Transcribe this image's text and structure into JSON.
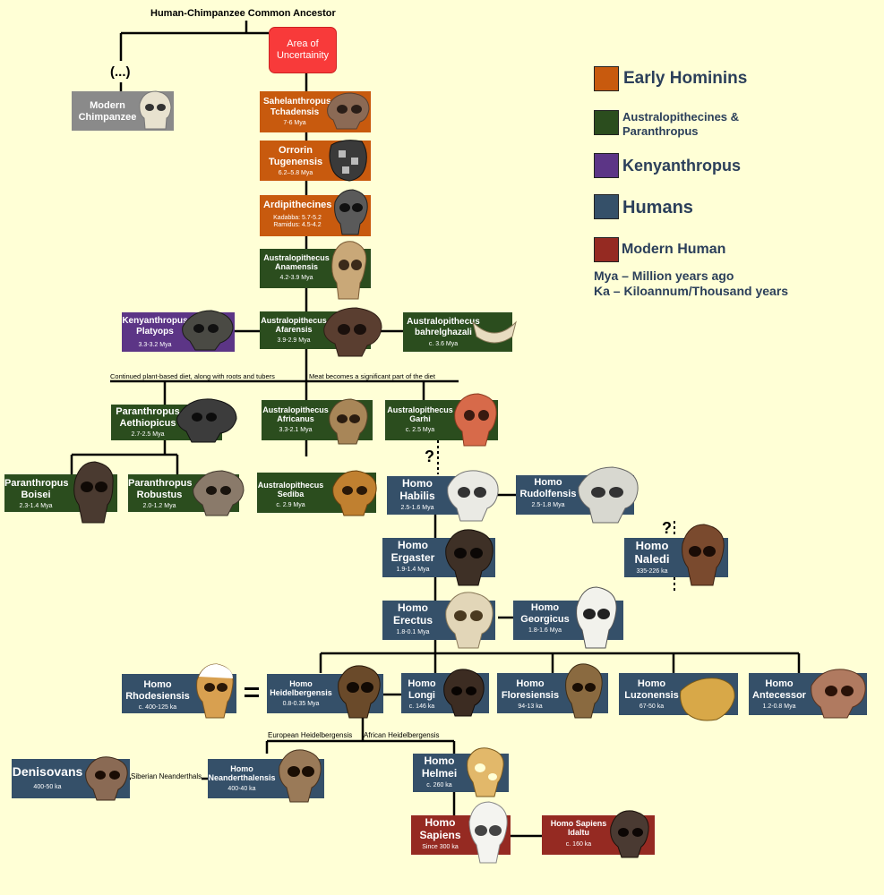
{
  "top_title": "Human-Chimpanzee Common Ancestor",
  "uncertainty": "Area of Uncertainity",
  "ellipsis": "(...)",
  "chimp": "Modern Chimpanzee",
  "nodes": {
    "sahelanthropus": {
      "name": "Sahelanthropus Tchadensis",
      "date": "7-6 Mya"
    },
    "orrorin": {
      "name": "Orrorin Tugenensis",
      "date": "6.2–5.8 Mya"
    },
    "ardipithecines": {
      "name": "Ardipithecines",
      "date1": "Kadabba: 5.7-5.2",
      "date2": "Ramidus: 4.5-4.2"
    },
    "anamensis": {
      "name": "Australopithecus Anamensis",
      "date": "4.2-3.9 Mya"
    },
    "kenyanthropus": {
      "name": "Kenyanthropus Platyops",
      "date": "3.3-3.2 Mya"
    },
    "afarensis": {
      "name": "Australopithecus Afarensis",
      "date": "3.9-2.9 Mya"
    },
    "bahrelghazali": {
      "name": "Australopithecus bahrelghazali",
      "date": "c. 3.6 Mya"
    },
    "aethiopicus": {
      "name": "Paranthropus Aethiopicus",
      "date": "2.7-2.5 Mya"
    },
    "africanus": {
      "name": "Australopithecus Africanus",
      "date": "3.3-2.1 Mya"
    },
    "garhi": {
      "name": "Australopithecus Garhi",
      "date": "c. 2.5 Mya"
    },
    "boisei": {
      "name": "Paranthropus Boisei",
      "date": "2.3-1.4 Mya"
    },
    "robustus": {
      "name": "Paranthropus Robustus",
      "date": "2.0-1.2 Mya"
    },
    "sediba": {
      "name": "Australopithecus Sediba",
      "date": "c. 2.9 Mya"
    },
    "habilis": {
      "name": "Homo Habilis",
      "date": "2.5-1.6 Mya"
    },
    "rudolfensis": {
      "name": "Homo Rudolfensis",
      "date": "2.5-1.8 Mya"
    },
    "naledi": {
      "name": "Homo Naledi",
      "date": "335-226 ka"
    },
    "ergaster": {
      "name": "Homo Ergaster",
      "date": "1.9-1.4 Mya"
    },
    "erectus": {
      "name": "Homo Erectus",
      "date": "1.8-0.1 Mya"
    },
    "georgicus": {
      "name": "Homo Georgicus",
      "date": "1.8-1.6 Mya"
    },
    "rhodesiensis": {
      "name": "Homo Rhodesiensis",
      "date": "c. 400-125 ka"
    },
    "heidelbergensis": {
      "name": "Homo Heidelbergensis",
      "date": "0.8-0.35 Mya"
    },
    "longi": {
      "name": "Homo Longi",
      "date": "c. 146 ka"
    },
    "floresiensis": {
      "name": "Homo Floresiensis",
      "date": "94-13 ka"
    },
    "luzonensis": {
      "name": "Homo Luzonensis",
      "date": "67-50 ka"
    },
    "antecessor": {
      "name": "Homo Antecessor",
      "date": "1.2-0.8 Mya"
    },
    "denisovans": {
      "name": "Denisovans",
      "date": "400-50 ka"
    },
    "neanderthalensis": {
      "name": "Homo Neanderthalensis",
      "date": "400-40 ka"
    },
    "helmei": {
      "name": "Homo Helmei",
      "date": "c. 260 ka"
    },
    "sapiens": {
      "name": "Homo Sapiens",
      "date": "Since 300 ka"
    },
    "idaltu": {
      "name": "Homo Sapiens Idaltu",
      "date": "c. 160 ka"
    }
  },
  "annotations": {
    "diet_left": "Continued plant-based diet, along with roots and tubers",
    "diet_right": "Meat becomes a significant part of the diet",
    "european": "European Heidelbergensis",
    "african": "African Heidelbergensis",
    "siberian": "Siberian Neanderthals",
    "equals": "=",
    "question": "?"
  },
  "legend": {
    "items": [
      {
        "label": "Early Hominins",
        "color": "#c85a0e"
      },
      {
        "label": "Australopithecines & Paranthropus",
        "color": "#2b4d1e"
      },
      {
        "label": "Kenyanthropus",
        "color": "#5c3586"
      },
      {
        "label": "Humans",
        "color": "#355069"
      },
      {
        "label": "Modern Human",
        "color": "#952a22"
      }
    ],
    "mya": "Mya – Million years ago",
    "ka": "Ka – Kiloannum/Thousand years"
  }
}
